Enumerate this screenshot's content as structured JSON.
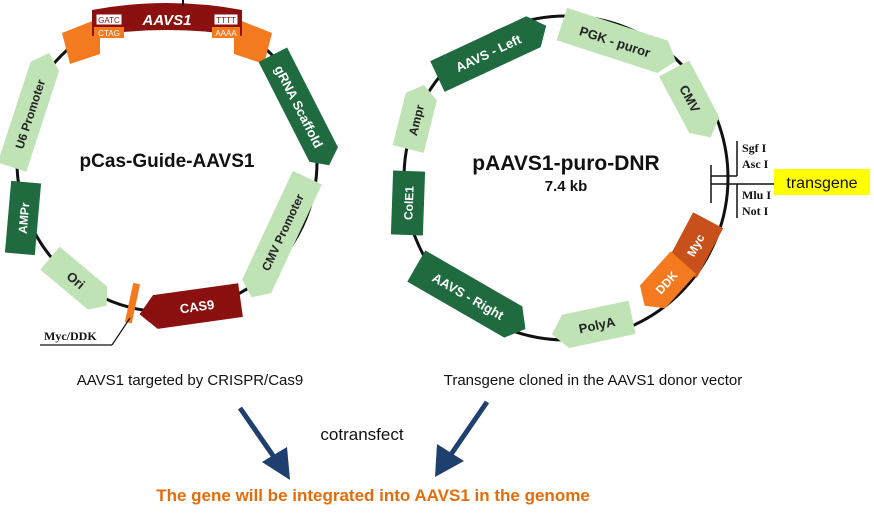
{
  "colors": {
    "dark_green": "#1f6b3f",
    "light_green": "#bfe3b5",
    "dark_red": "#8b1010",
    "orange": "#f47a20",
    "brown_orange": "#c8501a",
    "highlight_yellow": "#ffff00",
    "result_text": "#e46c0a",
    "arrow_blue": "#1f3f6e"
  },
  "left_plasmid": {
    "name": "pCas-Guide-AAVS1",
    "features": {
      "aavs1": "AAVS1",
      "gatc": "GATC",
      "ctag": "CTAG",
      "tttt": "TTTT",
      "aaaa": "AAAA",
      "grna": "gRNA Scaffold",
      "cmv_promoter": "CMV Promoter",
      "cas9": "CAS9",
      "ori": "Ori",
      "amp": "AMPr",
      "u6": "U6 Promoter"
    },
    "callout": "Myc/DDK",
    "caption": "AAVS1 targeted by CRISPR/Cas9"
  },
  "right_plasmid": {
    "name": "pAAVS1-puro-DNR",
    "size": "7.4 kb",
    "features": {
      "aavs_left": "AAVS - Left",
      "pgk": "PGK - puror",
      "cmv": "CMV",
      "myc": "Myc",
      "ddk": "DDK",
      "polya": "PolyA",
      "aavs_right": "AAVS - Right",
      "cole1": "ColE1",
      "amp": "Ampr"
    },
    "sites": [
      "Sgf I",
      "Asc I",
      "Mlu I",
      "Not I"
    ],
    "transgene": "transgene",
    "caption": "Transgene cloned in the AAVS1 donor vector"
  },
  "center_label": "cotransfect",
  "result": "The gene will be integrated into AAVS1 in the genome"
}
